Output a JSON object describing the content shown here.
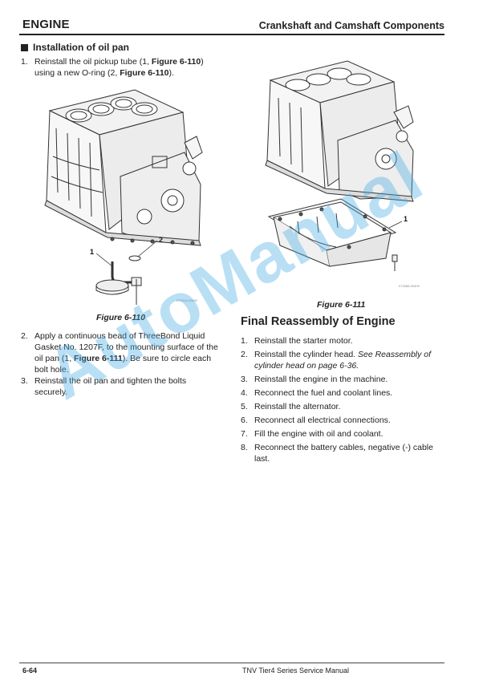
{
  "header": {
    "title": "ENGINE",
    "section": "Crankshaft and Camshaft Components"
  },
  "installation": {
    "heading": "Installation of oil pan",
    "step1": {
      "num": "1.",
      "line1_pre": "Reinstall the oil pickup tube (1, ",
      "line1_fig": "Figure 6-110",
      "line1_post": ")",
      "line2_pre": "using a new O-ring (2, ",
      "line2_fig": "Figure 6-110",
      "line2_post": ")."
    },
    "figure": {
      "caption": "Figure 6-110",
      "callout_1": "1",
      "callout_2": "2",
      "code": "073414-00400"
    },
    "step2": {
      "num": "2.",
      "text_pre": "Apply a continuous bead of ThreeBond Liquid Gasket No. 1207F, to the mounting surface of the oil pan (1, ",
      "text_fig": "Figure 6-111",
      "text_post": "). Be sure to circle each bolt hole."
    },
    "step3": {
      "num": "3.",
      "text": "Reinstall the oil pan and tighten the bolts securely."
    }
  },
  "figure_right": {
    "caption": "Figure 6-111",
    "callout_1": "1",
    "code": "073385-00400"
  },
  "final_reassembly": {
    "heading": "Final Reassembly of Engine",
    "steps": [
      {
        "num": "1.",
        "text": "Reinstall the starter motor."
      },
      {
        "num": "2.",
        "text": "Reinstall the cylinder head. ",
        "ref": "See Reassembly of cylinder head on page 6-36."
      },
      {
        "num": "3.",
        "text": "Reinstall the engine in the machine."
      },
      {
        "num": "4.",
        "text": "Reconnect the fuel and coolant lines."
      },
      {
        "num": "5.",
        "text": "Reinstall the alternator."
      },
      {
        "num": "6.",
        "text": "Reconnect all electrical connections."
      },
      {
        "num": "7.",
        "text": "Fill the engine with oil and coolant."
      },
      {
        "num": "8.",
        "text": "Reconnect the battery cables, negative (-) cable last."
      }
    ]
  },
  "footer": {
    "page": "6-64",
    "manual": "TNV Tier4 Series Service Manual"
  },
  "watermark": "AutoManual"
}
